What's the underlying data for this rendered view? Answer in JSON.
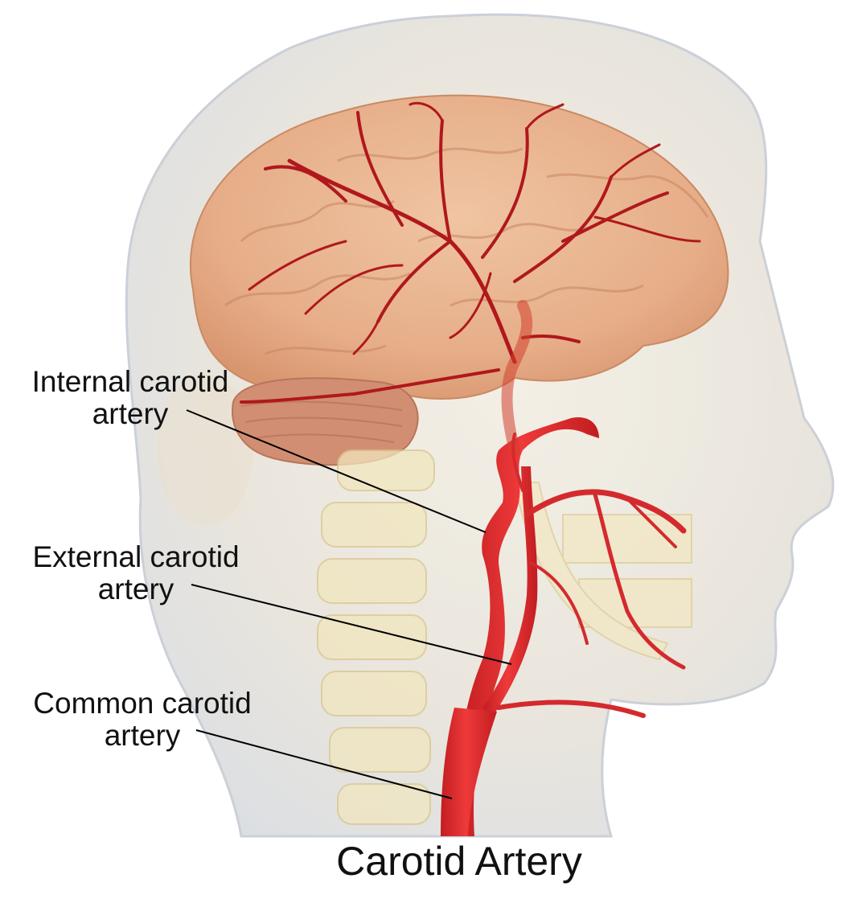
{
  "diagram": {
    "title": "Carotid Artery",
    "labels": {
      "internal": {
        "line1": "Internal carotid",
        "line2": "artery"
      },
      "external": {
        "line1": "External carotid",
        "line2": "artery"
      },
      "common": {
        "line1": "Common carotid",
        "line2": "artery"
      }
    }
  },
  "colors": {
    "artery": "#e3262a",
    "artery_dark": "#b51c20",
    "brain": "#e9b38f",
    "skin": "#e9e4dc",
    "bone": "#efe2b5",
    "leader_line": "#000000"
  }
}
